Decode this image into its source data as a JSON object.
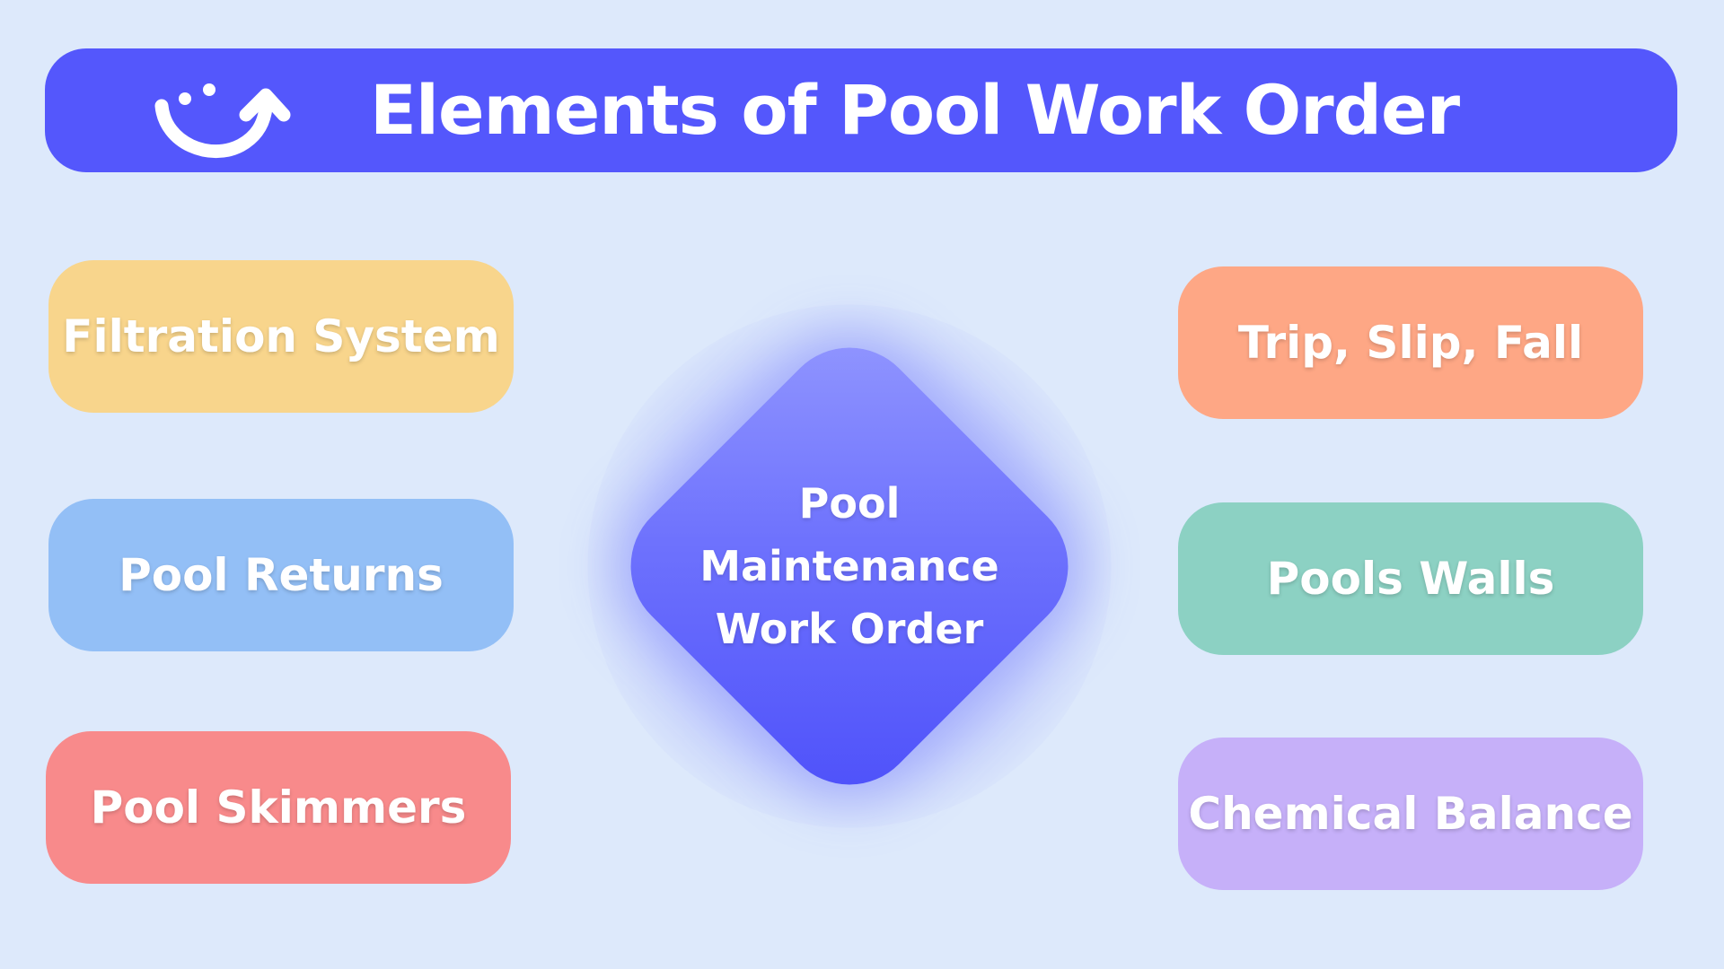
{
  "header": {
    "title": "Elements of Pool Work Order",
    "logo_icon": "smile-arrow-logo-icon",
    "background": "#5457fc"
  },
  "center": {
    "lines": [
      "Pool",
      "Maintenance",
      "Work Order"
    ]
  },
  "left_items": [
    {
      "label": "Filtration System",
      "color": "#f8d58c"
    },
    {
      "label": "Pool Returns",
      "color": "#93bff6"
    },
    {
      "label": "Pool Skimmers",
      "color": "#f88a8b"
    }
  ],
  "right_items": [
    {
      "label": "Trip, Slip, Fall",
      "color": "#fea785"
    },
    {
      "label": "Pools Walls",
      "color": "#8cd1c3"
    },
    {
      "label": "Chemical Balance",
      "color": "#c6b0f9"
    }
  ]
}
